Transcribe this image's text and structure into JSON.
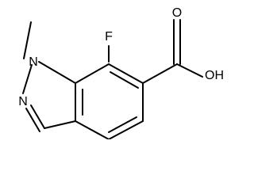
{
  "molecule": {
    "atoms": {
      "fluorine": "F",
      "n1": "N",
      "n2": "N",
      "hydroxyl": "OH",
      "carbonyl_oxygen": "O"
    }
  }
}
